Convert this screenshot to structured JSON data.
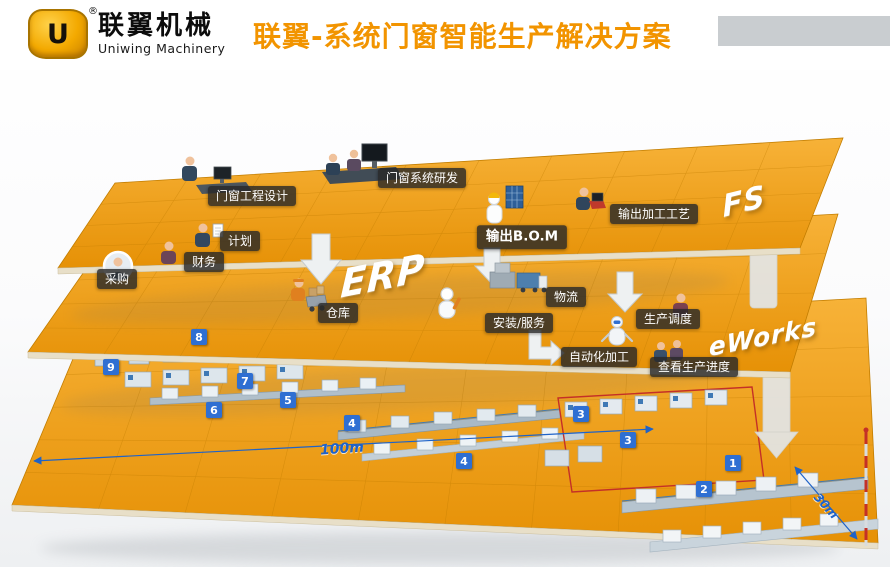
{
  "header": {
    "logo_letter": "U",
    "registered_mark": "®",
    "company_cn": "联翼机械",
    "company_en": "Uniwing Machinery",
    "title": "联翼-系统门窗智能生产解决方案"
  },
  "top_floor": {
    "tag": "FS",
    "design": "门窗工程设计",
    "rnd": "门窗系统研发",
    "bom": "输出B.O.M",
    "process": "输出加工工艺"
  },
  "middle_floor": {
    "tag_erp": "ERP",
    "tag_eworks": "eWorks",
    "plan": "计划",
    "finance": "财务",
    "purchase": "采购",
    "warehouse": "仓库",
    "logistics": "物流",
    "install": "安装/服务",
    "dispatch": "生产调度",
    "automation": "自动化加工",
    "progress": "查看生产进度"
  },
  "factory_floor": {
    "station_numbers": [
      "8",
      "9",
      "7",
      "5",
      "6",
      "4",
      "4",
      "3",
      "3",
      "1",
      "2"
    ],
    "dimension_length": "100m",
    "dimension_width": "30m"
  },
  "colors": {
    "title_orange": "#f29400",
    "platform_orange": "#f09e1e",
    "badge_blue": "#2f6fd2",
    "dimension_blue": "#1e62c8",
    "label_bg": "rgba(40,40,40,0.82)"
  }
}
